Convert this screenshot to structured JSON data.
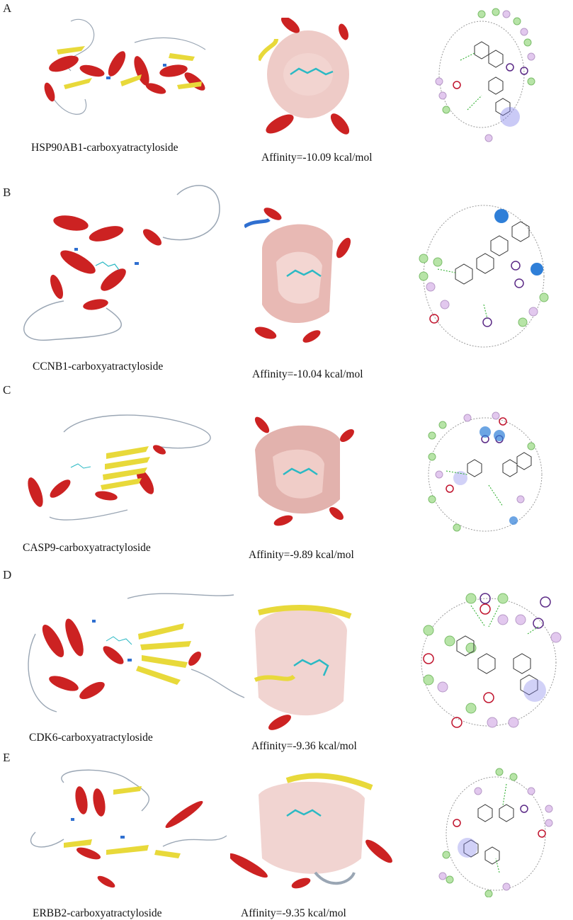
{
  "panels": [
    {
      "letter": "A",
      "complex": "HSP90AB1-carboxyatractyloside",
      "affinity": "Affinity=-10.09 kcal/mol"
    },
    {
      "letter": "B",
      "complex": "CCNB1-carboxyatractyloside",
      "affinity": "Affinity=-10.04  kcal/mol"
    },
    {
      "letter": "C",
      "complex": "CASP9-carboxyatractyloside",
      "affinity": "Affinity=-9.89   kcal/mol"
    },
    {
      "letter": "D",
      "complex": "CDK6-carboxyatractyloside",
      "affinity": "Affinity=-9.36   kcal/mol"
    },
    {
      "letter": "E",
      "complex": "ERBB2-carboxyatractyloside",
      "affinity": "Affinity=-9.35   kcal/mol"
    }
  ],
  "colors": {
    "helix": "#cc2222",
    "sheet": "#e8d93a",
    "coil": "#9aa6b4",
    "turn": "#2f6fd0",
    "pocket_surface": "#e8b9b4",
    "ligand": "#2bb9c4",
    "residue_hydrophobic": "#b7e4a7",
    "residue_polar": "#e2c8ee",
    "residue_charged_pos": "#5b2a86",
    "residue_charged_neg": "#c0132d",
    "hbond": "#22aa22"
  }
}
